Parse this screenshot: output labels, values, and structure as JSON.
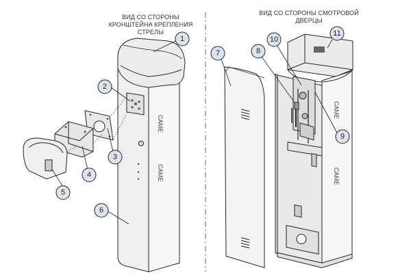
{
  "left_view": {
    "caption_line1": "ВИД СО СТОРОНЫ",
    "caption_line2": "КРОНШТЕЙНА КРЕПЛЕНИЯ",
    "caption_line3": "СТРЕЛЫ"
  },
  "right_view": {
    "caption_line1": "ВИД СО СТОРОНЫ СМОТРОВОЙ",
    "caption_line2": "ДВЕРЦЫ"
  },
  "brand_text": "CAME",
  "callouts": [
    "1",
    "2",
    "3",
    "4",
    "5",
    "6",
    "7",
    "8",
    "9",
    "10",
    "11"
  ],
  "colors": {
    "callout_fill": "#dde3ee",
    "line": "#222222",
    "body_shade": "#f3f3f3"
  }
}
